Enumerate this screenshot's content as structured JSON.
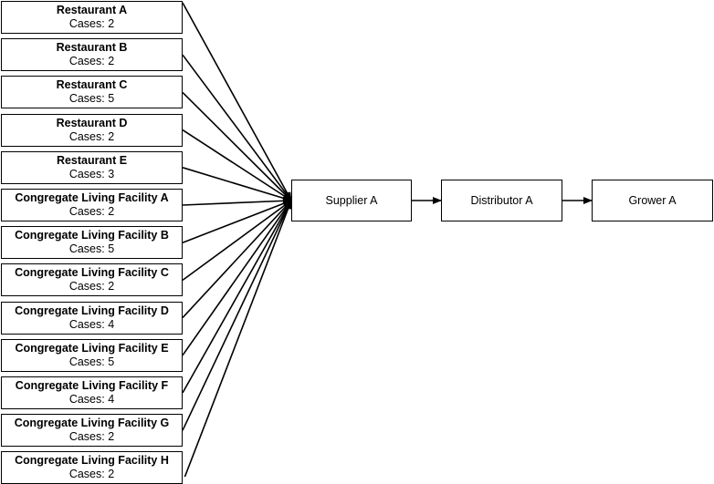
{
  "sources": [
    {
      "name": "Restaurant A",
      "cases": "Cases: 2"
    },
    {
      "name": "Restaurant B",
      "cases": "Cases: 2"
    },
    {
      "name": "Restaurant C",
      "cases": "Cases: 5"
    },
    {
      "name": "Restaurant D",
      "cases": "Cases: 2"
    },
    {
      "name": "Restaurant E",
      "cases": "Cases: 3"
    },
    {
      "name": "Congregate Living Facility A",
      "cases": "Cases: 2"
    },
    {
      "name": "Congregate Living Facility B",
      "cases": "Cases: 5"
    },
    {
      "name": "Congregate Living Facility C",
      "cases": "Cases: 2"
    },
    {
      "name": "Congregate Living Facility D",
      "cases": "Cases: 4"
    },
    {
      "name": "Congregate Living Facility E",
      "cases": "Cases: 5"
    },
    {
      "name": "Congregate Living Facility F",
      "cases": "Cases: 4"
    },
    {
      "name": "Congregate Living Facility G",
      "cases": "Cases: 2"
    },
    {
      "name": "Congregate Living Facility H",
      "cases": "Cases: 2"
    }
  ],
  "chain": [
    {
      "name": "Supplier A"
    },
    {
      "name": "Distributor A"
    },
    {
      "name": "Grower A"
    }
  ]
}
